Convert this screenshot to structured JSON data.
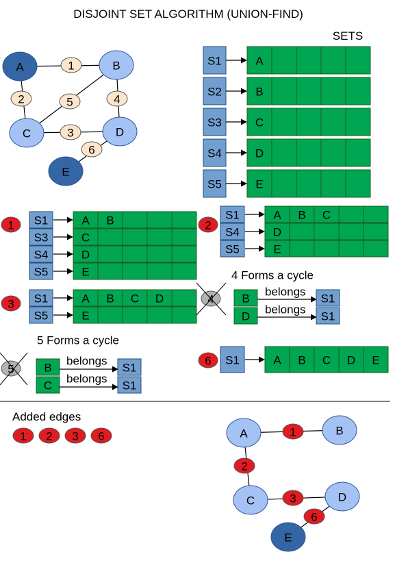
{
  "title": "DISJOINT SET ALGORITHM (UNION-FIND)",
  "sets_label": "SETS",
  "colors": {
    "green": "#00a651",
    "set_box": "#729fcf",
    "node_dark": "#3465a4",
    "node_light": "#a4c2f4",
    "edge_badge": "#fce5cd",
    "step_badge": "#e21b23",
    "cycle_badge": "#b3b3b3"
  },
  "graph": {
    "nodes": [
      {
        "id": "A",
        "shade": "dark"
      },
      {
        "id": "B",
        "shade": "light"
      },
      {
        "id": "C",
        "shade": "light"
      },
      {
        "id": "D",
        "shade": "light"
      },
      {
        "id": "E",
        "shade": "dark"
      }
    ],
    "edges": [
      {
        "label": "1",
        "from": "A",
        "to": "B"
      },
      {
        "label": "2",
        "from": "A",
        "to": "C"
      },
      {
        "label": "3",
        "from": "C",
        "to": "D"
      },
      {
        "label": "4",
        "from": "B",
        "to": "D"
      },
      {
        "label": "5",
        "from": "C",
        "to": "B"
      },
      {
        "label": "6",
        "from": "D",
        "to": "E"
      }
    ]
  },
  "initial_sets": [
    {
      "set": "S1",
      "members": [
        "A"
      ]
    },
    {
      "set": "S2",
      "members": [
        "B"
      ]
    },
    {
      "set": "S3",
      "members": [
        "C"
      ]
    },
    {
      "set": "S4",
      "members": [
        "D"
      ]
    },
    {
      "set": "S5",
      "members": [
        "E"
      ]
    }
  ],
  "step1": {
    "badge": "1",
    "rows": [
      {
        "set": "S1",
        "members": [
          "A",
          "B"
        ]
      },
      {
        "set": "S3",
        "members": [
          "C"
        ]
      },
      {
        "set": "S4",
        "members": [
          "D"
        ]
      },
      {
        "set": "S5",
        "members": [
          "E"
        ]
      }
    ]
  },
  "step2": {
    "badge": "2",
    "rows": [
      {
        "set": "S1",
        "members": [
          "A",
          "B",
          "C"
        ]
      },
      {
        "set": "S4",
        "members": [
          "D"
        ]
      },
      {
        "set": "S5",
        "members": [
          "E"
        ]
      }
    ]
  },
  "step3": {
    "badge": "3",
    "rows": [
      {
        "set": "S1",
        "members": [
          "A",
          "B",
          "C",
          "D"
        ]
      },
      {
        "set": "S5",
        "members": [
          "E"
        ]
      }
    ]
  },
  "cycle4": {
    "badge": "4",
    "caption": "4 Forms a cycle",
    "rows": [
      {
        "node": "B",
        "relation": "belongs",
        "set": "S1"
      },
      {
        "node": "D",
        "relation": "belongs",
        "set": "S1"
      }
    ]
  },
  "cycle5": {
    "badge": "5",
    "caption": "5 Forms a cycle",
    "rows": [
      {
        "node": "B",
        "relation": "belongs",
        "set": "S1"
      },
      {
        "node": "C",
        "relation": "belongs",
        "set": "S1"
      }
    ]
  },
  "step6": {
    "badge": "6",
    "set": "S1",
    "members": [
      "A",
      "B",
      "C",
      "D",
      "E"
    ]
  },
  "added_edges": {
    "label": "Added edges",
    "badges": [
      "1",
      "2",
      "3",
      "6"
    ]
  },
  "result_tree": {
    "nodes": [
      {
        "id": "A",
        "shade": "light"
      },
      {
        "id": "B",
        "shade": "light"
      },
      {
        "id": "C",
        "shade": "light"
      },
      {
        "id": "D",
        "shade": "light"
      },
      {
        "id": "E",
        "shade": "dark"
      }
    ],
    "edges": [
      {
        "label": "1",
        "from": "A",
        "to": "B"
      },
      {
        "label": "2",
        "from": "A",
        "to": "C"
      },
      {
        "label": "3",
        "from": "C",
        "to": "D"
      },
      {
        "label": "6",
        "from": "D",
        "to": "E"
      }
    ]
  }
}
